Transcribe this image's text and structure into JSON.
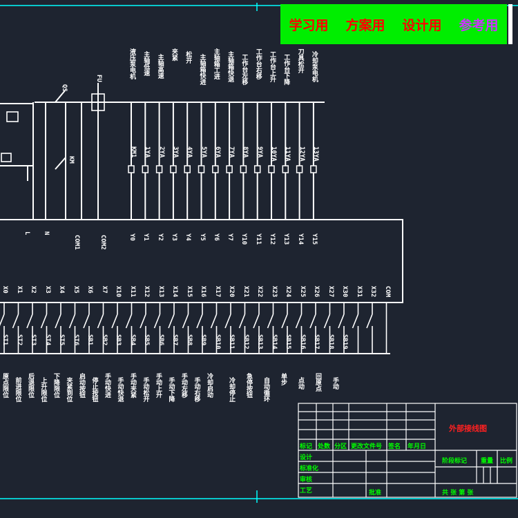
{
  "banner": {
    "items": [
      {
        "text": "学习用",
        "color": "#ff0000"
      },
      {
        "text": "方案用",
        "color": "#ff0000"
      },
      {
        "text": "设计用",
        "color": "#ff0000"
      },
      {
        "text": "参考用",
        "color": "#cc33ff"
      }
    ]
  },
  "colors": {
    "background": "#1e2430",
    "line": "#ffffff",
    "frame": "#00ffff",
    "title_block_text": "#00ff00",
    "title_text": "#ff2020"
  },
  "outputs": {
    "coil_labels": [
      "KM1",
      "1YA",
      "2YA",
      "3YA",
      "4YA",
      "5YA",
      "6YA",
      "7YA",
      "8YA",
      "9YA",
      "10YA",
      "11YA",
      "12YA",
      "13YA"
    ],
    "terminals": [
      "Y0",
      "Y1",
      "Y2",
      "Y3",
      "Y4",
      "Y5",
      "Y6",
      "Y7",
      "Y10",
      "Y11",
      "Y12",
      "Y13",
      "Y14",
      "Y15"
    ],
    "functions": [
      "液压泵电机",
      "主轴低速",
      "主轴高速",
      "夹紧",
      "松开",
      "主轴箱快进",
      "主轴箱工进",
      "主轴箱快退",
      "工作台左移",
      "工作台右移",
      "工作台上升",
      "工作台下降",
      "刀具松开",
      "冷却泵电机"
    ],
    "power_labels": [
      "L",
      "N",
      "COM1",
      "COM2"
    ],
    "fuse_label": "FU",
    "switch_labels": [
      "QS",
      "KM"
    ]
  },
  "inputs": {
    "terminals": [
      "X0",
      "X1",
      "X2",
      "X3",
      "X4",
      "X5",
      "X6",
      "X7",
      "X10",
      "X11",
      "X12",
      "X13",
      "X14",
      "X15",
      "X16",
      "X17",
      "X20",
      "X21",
      "X22",
      "X23",
      "X24",
      "X25",
      "X26",
      "X27",
      "X30",
      "X31",
      "X32",
      "COM"
    ],
    "devices": [
      "ST1",
      "ST2",
      "ST3",
      "ST4",
      "ST5",
      "ST6",
      "SB1",
      "SB2",
      "SB3",
      "SB4",
      "SB5",
      "SB6",
      "SB7",
      "SB8",
      "SB9",
      "SB10",
      "SB11",
      "SB12",
      "SB13",
      "SB14",
      "SB15",
      "SB16",
      "SB17",
      "SB18",
      "SB19"
    ],
    "functions": [
      "原点限位",
      "前进限位",
      "后退限位",
      "上升限位",
      "下降限位",
      "夹紧到位",
      "启动按钮",
      "停止按钮",
      "手动快进",
      "手动快退",
      "手动夹紧",
      "手动松开",
      "手动上升",
      "手动下降",
      "手动左移",
      "手动右移",
      "冷却启动",
      "冷却停止",
      "急停按钮",
      "自动循环",
      "单步",
      "点动",
      "回原点",
      "手动"
    ]
  },
  "title_block": {
    "title": "外部接线图",
    "header_row": [
      "标记",
      "处数",
      "分区",
      "更改文件号",
      "签名",
      "年月日"
    ],
    "left_rows": [
      "设计",
      "标准化",
      "审核",
      "工艺"
    ],
    "info": [
      "阶段标记",
      "重量",
      "比例"
    ],
    "sheet": "共  张  第  张",
    "approve": "批准"
  }
}
